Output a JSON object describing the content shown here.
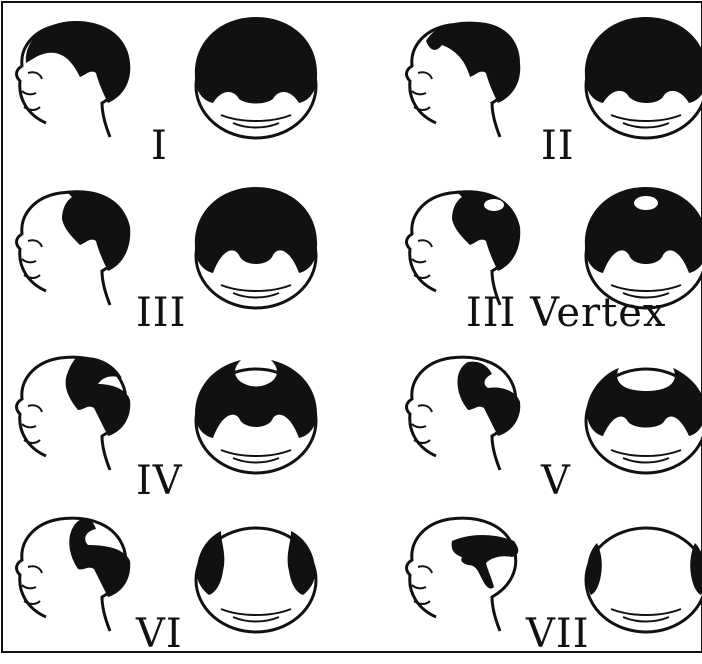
{
  "stages": [
    {
      "label": "I"
    },
    {
      "label": "II"
    },
    {
      "label": "III"
    },
    {
      "label": "III Vertex"
    },
    {
      "label": "IV"
    },
    {
      "label": "V"
    },
    {
      "label": "VI"
    },
    {
      "label": "VII"
    }
  ],
  "colors": {
    "ink": "#111111",
    "paper": "#ffffff"
  }
}
